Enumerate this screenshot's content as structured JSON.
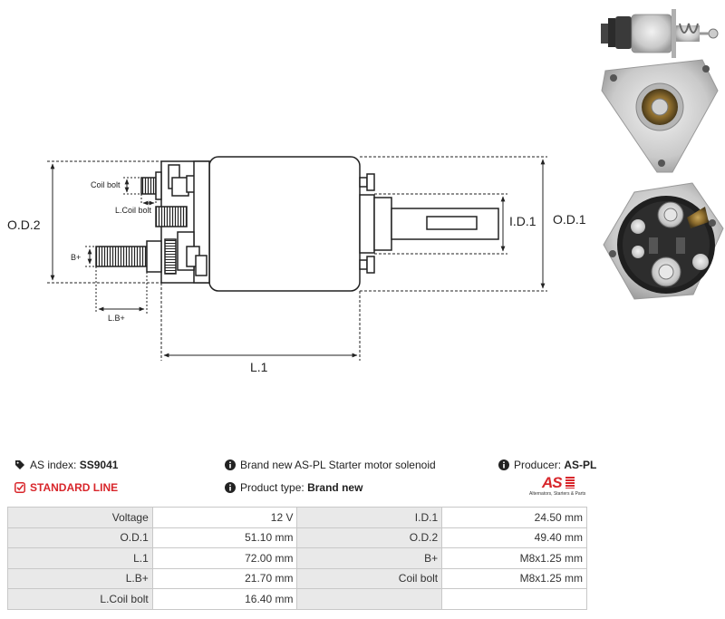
{
  "drawing": {
    "labels": {
      "od2": "O.D.2",
      "od1": "O.D.1",
      "id1": "I.D.1",
      "l1": "L.1",
      "coil_bolt": "Coil bolt",
      "l_coil_bolt": "L.Coil bolt",
      "b_plus": "B+",
      "lb_plus": "L.B+"
    }
  },
  "info": {
    "as_index_label": "AS index:",
    "as_index_value": "SS9041",
    "description": "Brand new AS-PL Starter motor solenoid",
    "producer_label": "Producer:",
    "producer_value": "AS-PL",
    "line": "STANDARD LINE",
    "product_type_label": "Product type:",
    "product_type_value": "Brand new"
  },
  "logo": {
    "mark": "AS",
    "subtitle": "Alternators, Starters & Parts"
  },
  "specs": [
    [
      {
        "label": "Voltage",
        "value": "12 V"
      },
      {
        "label": "I.D.1",
        "value": "24.50 mm"
      }
    ],
    [
      {
        "label": "O.D.1",
        "value": "51.10 mm"
      },
      {
        "label": "O.D.2",
        "value": "49.40 mm"
      }
    ],
    [
      {
        "label": "L.1",
        "value": "72.00 mm"
      },
      {
        "label": "B+",
        "value": "M8x1.25 mm"
      }
    ],
    [
      {
        "label": "L.B+",
        "value": "21.70 mm"
      },
      {
        "label": "Coil bolt",
        "value": "M8x1.25 mm"
      }
    ],
    [
      {
        "label": "L.Coil bolt",
        "value": "16.40 mm"
      },
      {
        "label": "",
        "value": ""
      }
    ]
  ],
  "colors": {
    "accent": "#d8262b",
    "label_bg": "#e9e9e9",
    "border": "#c8c8c8"
  },
  "icons": [
    "tag-icon",
    "check-square-icon",
    "info-icon"
  ]
}
